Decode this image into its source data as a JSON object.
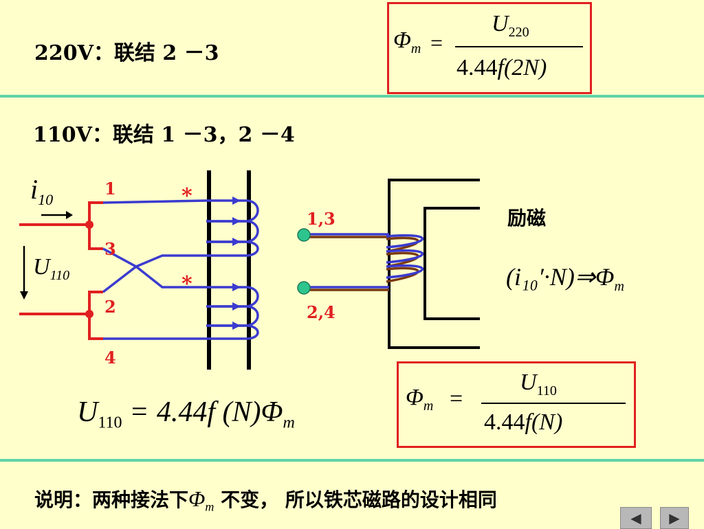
{
  "headings": {
    "v220": "220V：联结 2 －3",
    "v110": "110V：联结 1 －3，2 －4"
  },
  "formula_220": {
    "lhs": "Φ",
    "lhs_sub": "m",
    "eq": "=",
    "num": "U",
    "num_sub": "220",
    "den_coef": "4.44",
    "den_f": "f",
    "den_paren": "(2N)"
  },
  "formula_110_eq": {
    "lhs": "U",
    "lhs_sub": "110",
    "eq": "=",
    "rhs": "4.44f (N)Φ",
    "rhs_sub": "m"
  },
  "formula_110_box": {
    "lhs": "Φ",
    "lhs_sub": "m",
    "eq": "=",
    "num": "U",
    "num_sub": "110",
    "den_coef": "4.44",
    "den_f": "f",
    "den_paren": "(N)"
  },
  "left_circuit": {
    "current_label": "i",
    "current_sub": "10",
    "voltage_label": "U",
    "voltage_sub": "110",
    "terminals": [
      "1",
      "3",
      "2",
      "4"
    ],
    "polarity_marks": [
      "*",
      "*"
    ]
  },
  "right_circuit": {
    "terminal_top": "1,3",
    "terminal_bottom": "2,4",
    "excitation_label": "励磁",
    "excitation_formula": "(i₁₀′·N)⇒Φ",
    "excitation_sub": "m"
  },
  "conclusion": {
    "prefix": "说明：两种接法下",
    "phi": "Φ",
    "phi_sub": "m",
    "suffix": " 不变，  所以铁芯磁路的设计相同"
  },
  "nav": {
    "prev": "◀",
    "next": "▶"
  }
}
